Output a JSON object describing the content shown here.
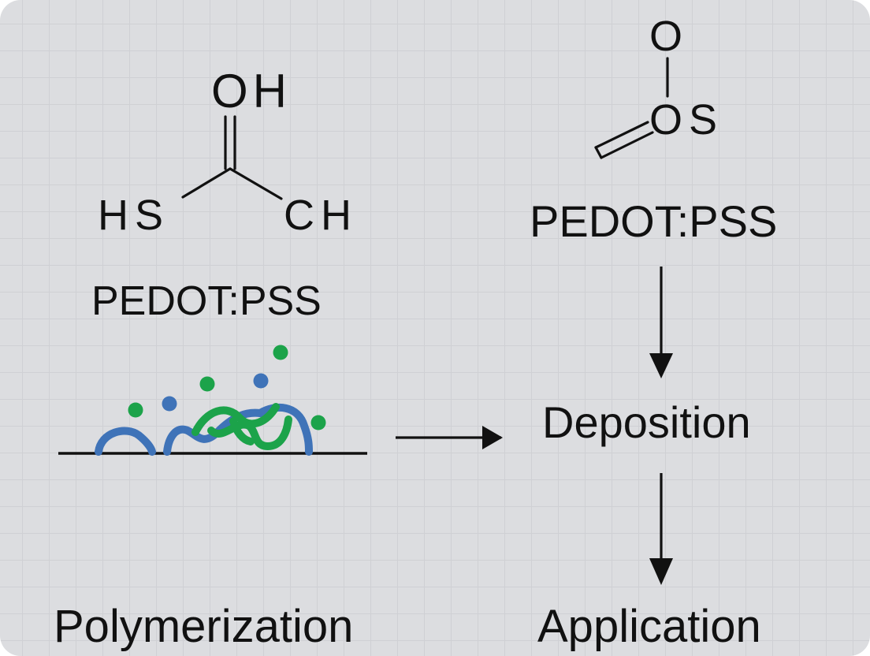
{
  "left_molecule": {
    "atom_oh": "OH",
    "atom_hs": "HS",
    "atom_ch": "CH",
    "name": "PEDOT:PSS"
  },
  "right_molecule": {
    "atom_o": "O",
    "atom_os": "OS",
    "name": "PEDOT:PSS"
  },
  "steps": {
    "polymerization": "Polymerization",
    "deposition": "Deposition",
    "application": "Application"
  },
  "colors": {
    "chain_blue": "#3f73b8",
    "chain_green": "#1ca34a",
    "ink": "#111111",
    "background": "#dcdde0",
    "grid": "#cfd0d4"
  }
}
